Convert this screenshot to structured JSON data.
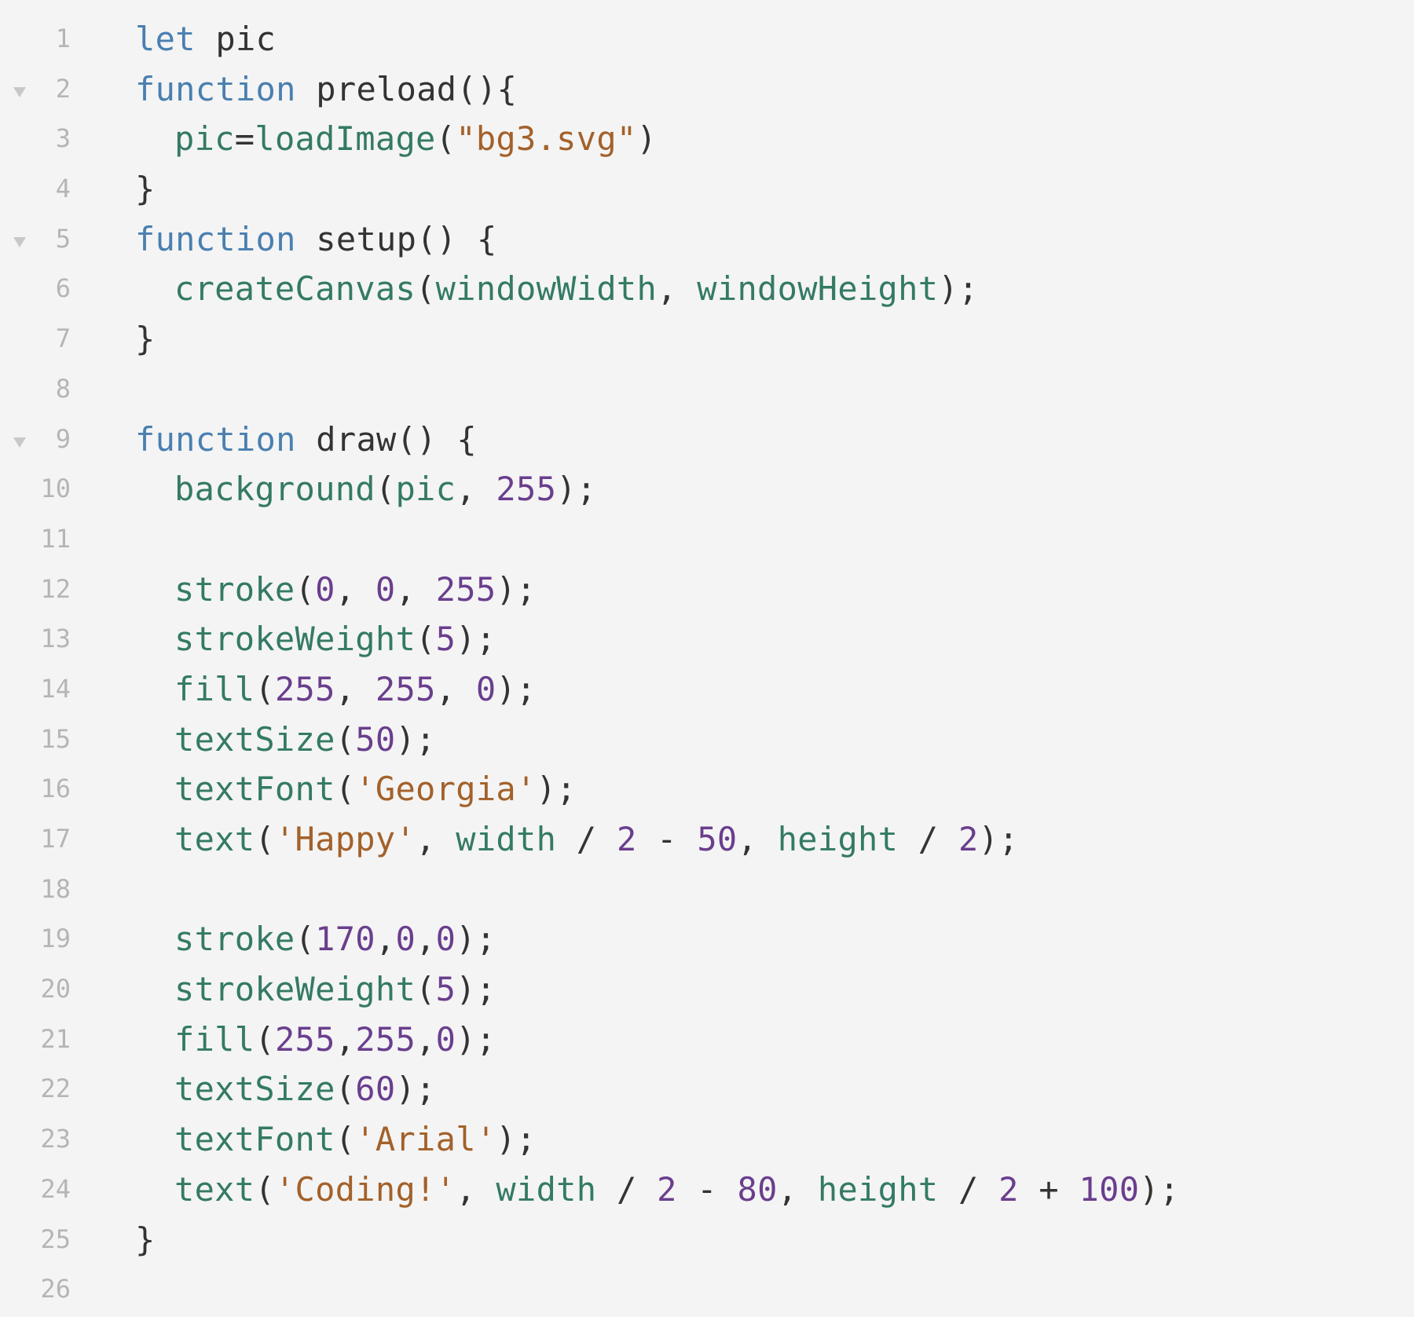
{
  "colors": {
    "background": "#f4f4f4",
    "gutter_text": "#b5b5b5",
    "keyword": "#4a7fb0",
    "builtin": "#347a65",
    "number": "#6a3e8e",
    "string": "#a3612a",
    "plain": "#333333"
  },
  "editor": {
    "fold_icon": "triangle-down-icon",
    "lines": [
      {
        "num": "1",
        "fold": false,
        "indent": 0,
        "tokens": [
          {
            "t": "let",
            "k": "keyword"
          },
          {
            "t": " pic",
            "k": "ident"
          }
        ]
      },
      {
        "num": "2",
        "fold": true,
        "indent": 0,
        "tokens": [
          {
            "t": "function",
            "k": "keyword"
          },
          {
            "t": " preload(){",
            "k": "ident"
          }
        ]
      },
      {
        "num": "3",
        "fold": false,
        "indent": 1,
        "tokens": [
          {
            "t": "pic",
            "k": "var"
          },
          {
            "t": "=",
            "k": "punct"
          },
          {
            "t": "loadImage",
            "k": "func"
          },
          {
            "t": "(",
            "k": "punct"
          },
          {
            "t": "\"bg3.svg\"",
            "k": "string"
          },
          {
            "t": ")",
            "k": "punct"
          }
        ]
      },
      {
        "num": "4",
        "fold": false,
        "indent": 0,
        "tokens": [
          {
            "t": "}",
            "k": "punct"
          }
        ]
      },
      {
        "num": "5",
        "fold": true,
        "indent": 0,
        "tokens": [
          {
            "t": "function",
            "k": "keyword"
          },
          {
            "t": " setup() {",
            "k": "ident"
          }
        ]
      },
      {
        "num": "6",
        "fold": false,
        "indent": 1,
        "tokens": [
          {
            "t": "createCanvas",
            "k": "func"
          },
          {
            "t": "(",
            "k": "punct"
          },
          {
            "t": "windowWidth",
            "k": "var"
          },
          {
            "t": ", ",
            "k": "punct"
          },
          {
            "t": "windowHeight",
            "k": "var"
          },
          {
            "t": ");",
            "k": "punct"
          }
        ]
      },
      {
        "num": "7",
        "fold": false,
        "indent": 0,
        "tokens": [
          {
            "t": "}",
            "k": "punct"
          }
        ]
      },
      {
        "num": "8",
        "fold": false,
        "indent": 0,
        "tokens": []
      },
      {
        "num": "9",
        "fold": true,
        "indent": 0,
        "tokens": [
          {
            "t": "function",
            "k": "keyword"
          },
          {
            "t": " draw() {",
            "k": "ident"
          }
        ]
      },
      {
        "num": "10",
        "fold": false,
        "indent": 1,
        "tokens": [
          {
            "t": "background",
            "k": "func"
          },
          {
            "t": "(",
            "k": "punct"
          },
          {
            "t": "pic",
            "k": "var"
          },
          {
            "t": ", ",
            "k": "punct"
          },
          {
            "t": "255",
            "k": "number"
          },
          {
            "t": ");",
            "k": "punct"
          }
        ]
      },
      {
        "num": "11",
        "fold": false,
        "indent": 0,
        "tokens": []
      },
      {
        "num": "12",
        "fold": false,
        "indent": 1,
        "tokens": [
          {
            "t": "stroke",
            "k": "func"
          },
          {
            "t": "(",
            "k": "punct"
          },
          {
            "t": "0",
            "k": "number"
          },
          {
            "t": ", ",
            "k": "punct"
          },
          {
            "t": "0",
            "k": "number"
          },
          {
            "t": ", ",
            "k": "punct"
          },
          {
            "t": "255",
            "k": "number"
          },
          {
            "t": ");",
            "k": "punct"
          }
        ]
      },
      {
        "num": "13",
        "fold": false,
        "indent": 1,
        "tokens": [
          {
            "t": "strokeWeight",
            "k": "func"
          },
          {
            "t": "(",
            "k": "punct"
          },
          {
            "t": "5",
            "k": "number"
          },
          {
            "t": ");",
            "k": "punct"
          }
        ]
      },
      {
        "num": "14",
        "fold": false,
        "indent": 1,
        "tokens": [
          {
            "t": "fill",
            "k": "func"
          },
          {
            "t": "(",
            "k": "punct"
          },
          {
            "t": "255",
            "k": "number"
          },
          {
            "t": ", ",
            "k": "punct"
          },
          {
            "t": "255",
            "k": "number"
          },
          {
            "t": ", ",
            "k": "punct"
          },
          {
            "t": "0",
            "k": "number"
          },
          {
            "t": ");",
            "k": "punct"
          }
        ]
      },
      {
        "num": "15",
        "fold": false,
        "indent": 1,
        "tokens": [
          {
            "t": "textSize",
            "k": "func"
          },
          {
            "t": "(",
            "k": "punct"
          },
          {
            "t": "50",
            "k": "number"
          },
          {
            "t": ");",
            "k": "punct"
          }
        ]
      },
      {
        "num": "16",
        "fold": false,
        "indent": 1,
        "tokens": [
          {
            "t": "textFont",
            "k": "func"
          },
          {
            "t": "(",
            "k": "punct"
          },
          {
            "t": "'Georgia'",
            "k": "string"
          },
          {
            "t": ");",
            "k": "punct"
          }
        ]
      },
      {
        "num": "17",
        "fold": false,
        "indent": 1,
        "tokens": [
          {
            "t": "text",
            "k": "func"
          },
          {
            "t": "(",
            "k": "punct"
          },
          {
            "t": "'Happy'",
            "k": "string"
          },
          {
            "t": ", ",
            "k": "punct"
          },
          {
            "t": "width",
            "k": "var"
          },
          {
            "t": " / ",
            "k": "punct"
          },
          {
            "t": "2",
            "k": "number"
          },
          {
            "t": " - ",
            "k": "punct"
          },
          {
            "t": "50",
            "k": "number"
          },
          {
            "t": ", ",
            "k": "punct"
          },
          {
            "t": "height",
            "k": "var"
          },
          {
            "t": " / ",
            "k": "punct"
          },
          {
            "t": "2",
            "k": "number"
          },
          {
            "t": ");",
            "k": "punct"
          }
        ]
      },
      {
        "num": "18",
        "fold": false,
        "indent": 0,
        "tokens": []
      },
      {
        "num": "19",
        "fold": false,
        "indent": 1,
        "tokens": [
          {
            "t": "stroke",
            "k": "func"
          },
          {
            "t": "(",
            "k": "punct"
          },
          {
            "t": "170",
            "k": "number"
          },
          {
            "t": ",",
            "k": "punct"
          },
          {
            "t": "0",
            "k": "number"
          },
          {
            "t": ",",
            "k": "punct"
          },
          {
            "t": "0",
            "k": "number"
          },
          {
            "t": ");",
            "k": "punct"
          }
        ]
      },
      {
        "num": "20",
        "fold": false,
        "indent": 1,
        "tokens": [
          {
            "t": "strokeWeight",
            "k": "func"
          },
          {
            "t": "(",
            "k": "punct"
          },
          {
            "t": "5",
            "k": "number"
          },
          {
            "t": ");",
            "k": "punct"
          }
        ]
      },
      {
        "num": "21",
        "fold": false,
        "indent": 1,
        "tokens": [
          {
            "t": "fill",
            "k": "func"
          },
          {
            "t": "(",
            "k": "punct"
          },
          {
            "t": "255",
            "k": "number"
          },
          {
            "t": ",",
            "k": "punct"
          },
          {
            "t": "255",
            "k": "number"
          },
          {
            "t": ",",
            "k": "punct"
          },
          {
            "t": "0",
            "k": "number"
          },
          {
            "t": ");",
            "k": "punct"
          }
        ]
      },
      {
        "num": "22",
        "fold": false,
        "indent": 1,
        "tokens": [
          {
            "t": "textSize",
            "k": "func"
          },
          {
            "t": "(",
            "k": "punct"
          },
          {
            "t": "60",
            "k": "number"
          },
          {
            "t": ");",
            "k": "punct"
          }
        ]
      },
      {
        "num": "23",
        "fold": false,
        "indent": 1,
        "tokens": [
          {
            "t": "textFont",
            "k": "func"
          },
          {
            "t": "(",
            "k": "punct"
          },
          {
            "t": "'Arial'",
            "k": "string"
          },
          {
            "t": ");",
            "k": "punct"
          }
        ]
      },
      {
        "num": "24",
        "fold": false,
        "indent": 1,
        "tokens": [
          {
            "t": "text",
            "k": "func"
          },
          {
            "t": "(",
            "k": "punct"
          },
          {
            "t": "'Coding!'",
            "k": "string"
          },
          {
            "t": ", ",
            "k": "punct"
          },
          {
            "t": "width",
            "k": "var"
          },
          {
            "t": " / ",
            "k": "punct"
          },
          {
            "t": "2",
            "k": "number"
          },
          {
            "t": " - ",
            "k": "punct"
          },
          {
            "t": "80",
            "k": "number"
          },
          {
            "t": ", ",
            "k": "punct"
          },
          {
            "t": "height",
            "k": "var"
          },
          {
            "t": " / ",
            "k": "punct"
          },
          {
            "t": "2",
            "k": "number"
          },
          {
            "t": " + ",
            "k": "punct"
          },
          {
            "t": "100",
            "k": "number"
          },
          {
            "t": ");",
            "k": "punct"
          }
        ]
      },
      {
        "num": "25",
        "fold": false,
        "indent": 0,
        "tokens": [
          {
            "t": "}",
            "k": "punct"
          }
        ]
      },
      {
        "num": "26",
        "fold": false,
        "indent": 0,
        "tokens": []
      }
    ]
  }
}
